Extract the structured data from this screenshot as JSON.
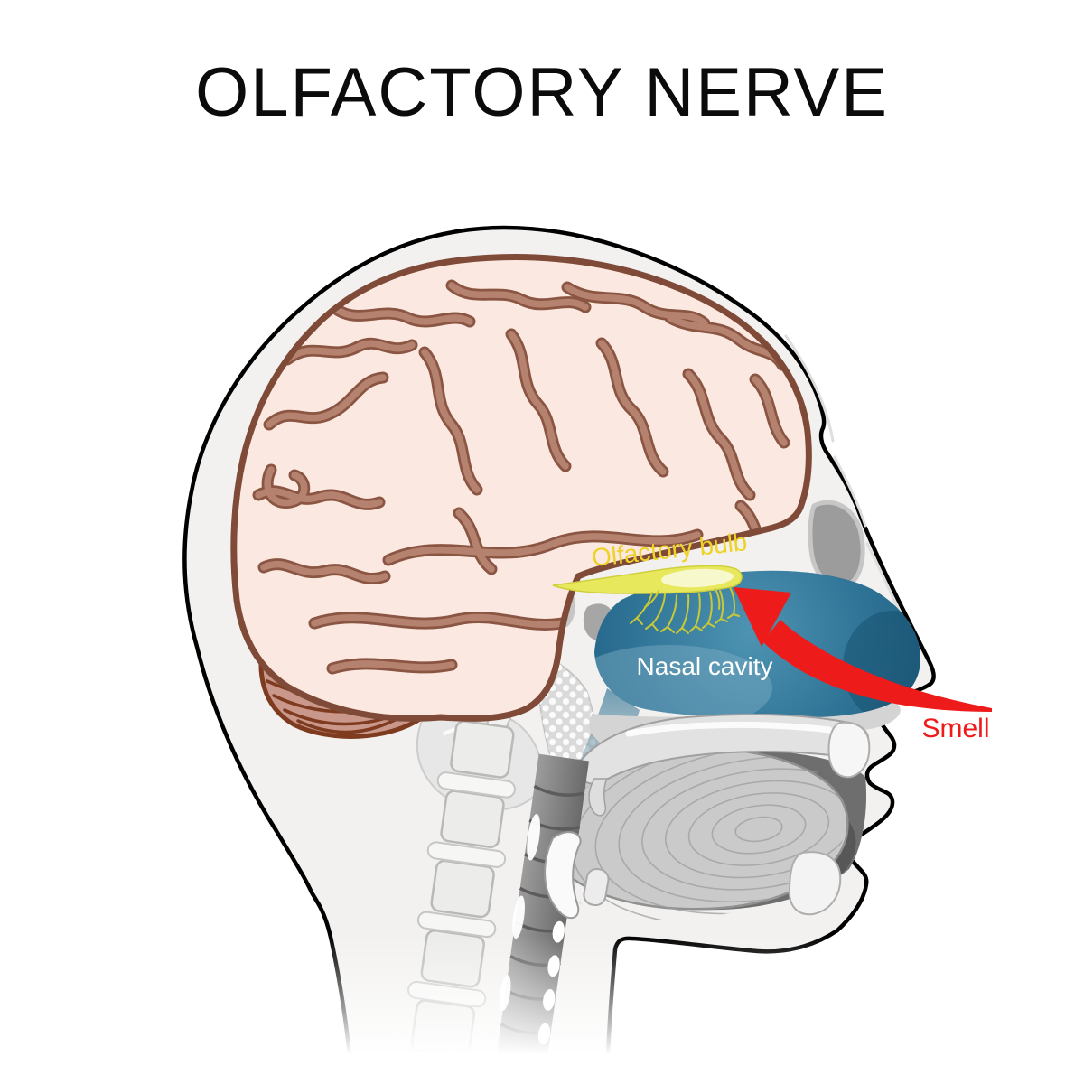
{
  "title": "OLFACTORY NERVE",
  "labels": {
    "olfactory_bulb": "Olfactory bulb",
    "nasal_cavity": "Nasal cavity",
    "smell": "Smell"
  },
  "colors": {
    "background": "#ffffff",
    "title": "#0b0b0b",
    "outline": "#000000",
    "head_fill": "#f2f1ef",
    "brain_fill": "#fbe9e1",
    "brain_outline": "#7f4b38",
    "gyri_dark": "#8a5542",
    "gyri_light": "#b5826f",
    "cerebellum_fill": "#c9988a",
    "cerebellum_lines": "#7e3b20",
    "bulb_yellow": "#e8e85c",
    "bulb_highlight": "#f8f8cd",
    "bulb_label": "#efd226",
    "nerve_fibers": "#c9c935",
    "nasal_deep": "#1c5c7e",
    "nasal_mid": "#2f7396",
    "nasal_light": "#4e94b2",
    "nasal_label": "#ffffff",
    "smell_red": "#ee1b1b",
    "bone_gray": "#9c9c9c",
    "tongue_gray": "#cacaca",
    "mouth_dark": "#6e6e6e",
    "spine_fill": "#ececea",
    "trachea_dark": "#6a6a6a"
  }
}
